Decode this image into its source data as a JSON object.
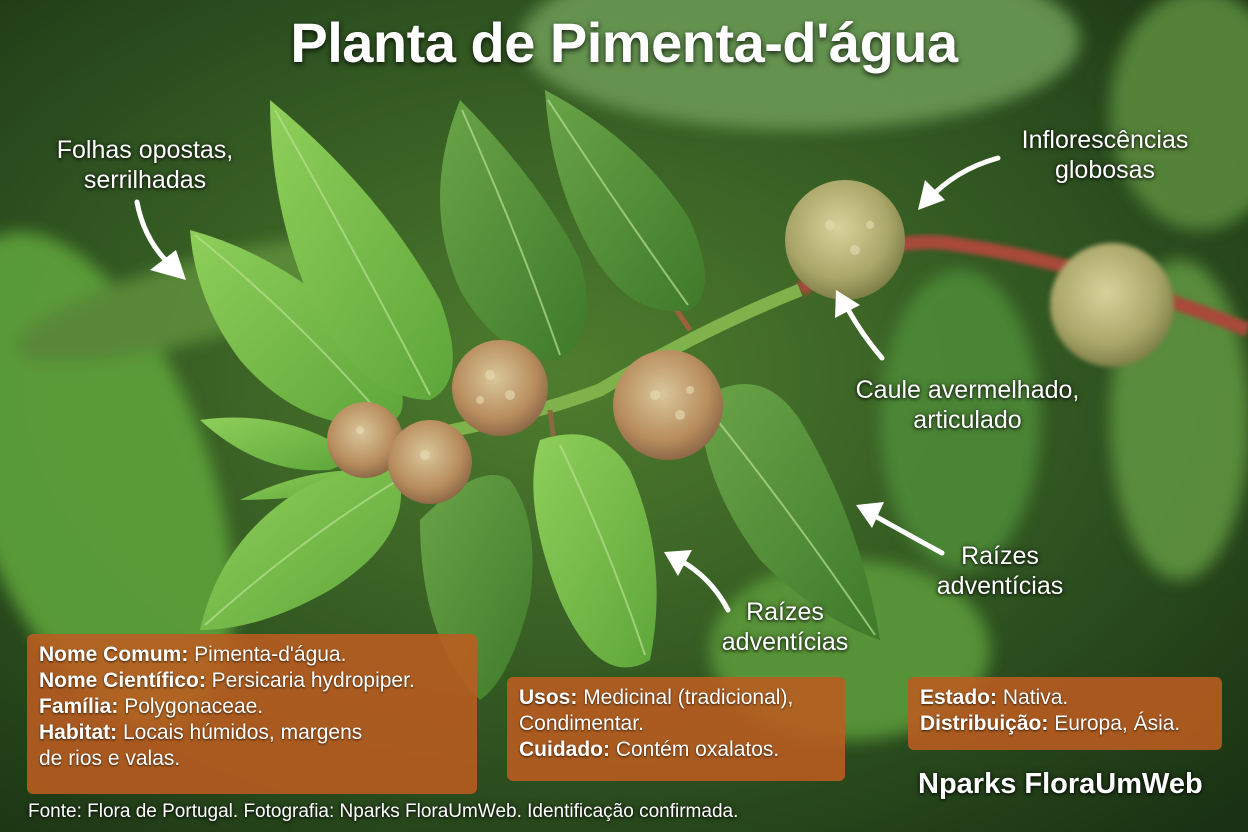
{
  "title": "Planta de Pimenta-d'água",
  "annotations": [
    {
      "id": "folhas",
      "lines": [
        "Folhas opostas,",
        "serrilhadas"
      ]
    },
    {
      "id": "inflorescencias",
      "lines": [
        "Inflorescências",
        "globosas"
      ]
    },
    {
      "id": "caule",
      "lines": [
        "Caule avermelhado,",
        "articulado"
      ]
    },
    {
      "id": "raizes-right",
      "lines": [
        "Raízes",
        "adventícias"
      ]
    },
    {
      "id": "raizes-center",
      "lines": [
        "Raízes",
        "adventícias"
      ]
    }
  ],
  "info_box_1": {
    "rows": [
      {
        "label": "Nome Comum:",
        "value": " Pimenta-d'água."
      },
      {
        "label": "Nome Científico:",
        "value": " Persicaria hydropiper."
      },
      {
        "label": "Família:",
        "value": " Polygonaceae."
      },
      {
        "label": "Habitat:",
        "value": " Locais húmidos, margens"
      },
      {
        "label": "",
        "value": "de rios e valas."
      }
    ]
  },
  "info_box_2": {
    "rows": [
      {
        "label": "Usos:",
        "value": " Medicinal (tradicional),"
      },
      {
        "label": "",
        "value": "Condimentar."
      },
      {
        "label": "Cuidado:",
        "value": " Contém oxalatos."
      }
    ]
  },
  "info_box_3": {
    "rows": [
      {
        "label": "Estado:",
        "value": " Nativa."
      },
      {
        "label": "Distribuição:",
        "value": " Europa, Ásia."
      }
    ]
  },
  "brand": "Nparks FloraUmWeb",
  "source": "Fonte: Flora de Portugal. Fotografia: Nparks FloraUmWeb. Identificação confirmada.",
  "colors": {
    "box_bg": "#bc5c20",
    "leaf_light": "#7cc04a",
    "leaf_dark": "#3f7a2a",
    "stem_red": "#a8493a",
    "flower": "#c9b07a"
  }
}
